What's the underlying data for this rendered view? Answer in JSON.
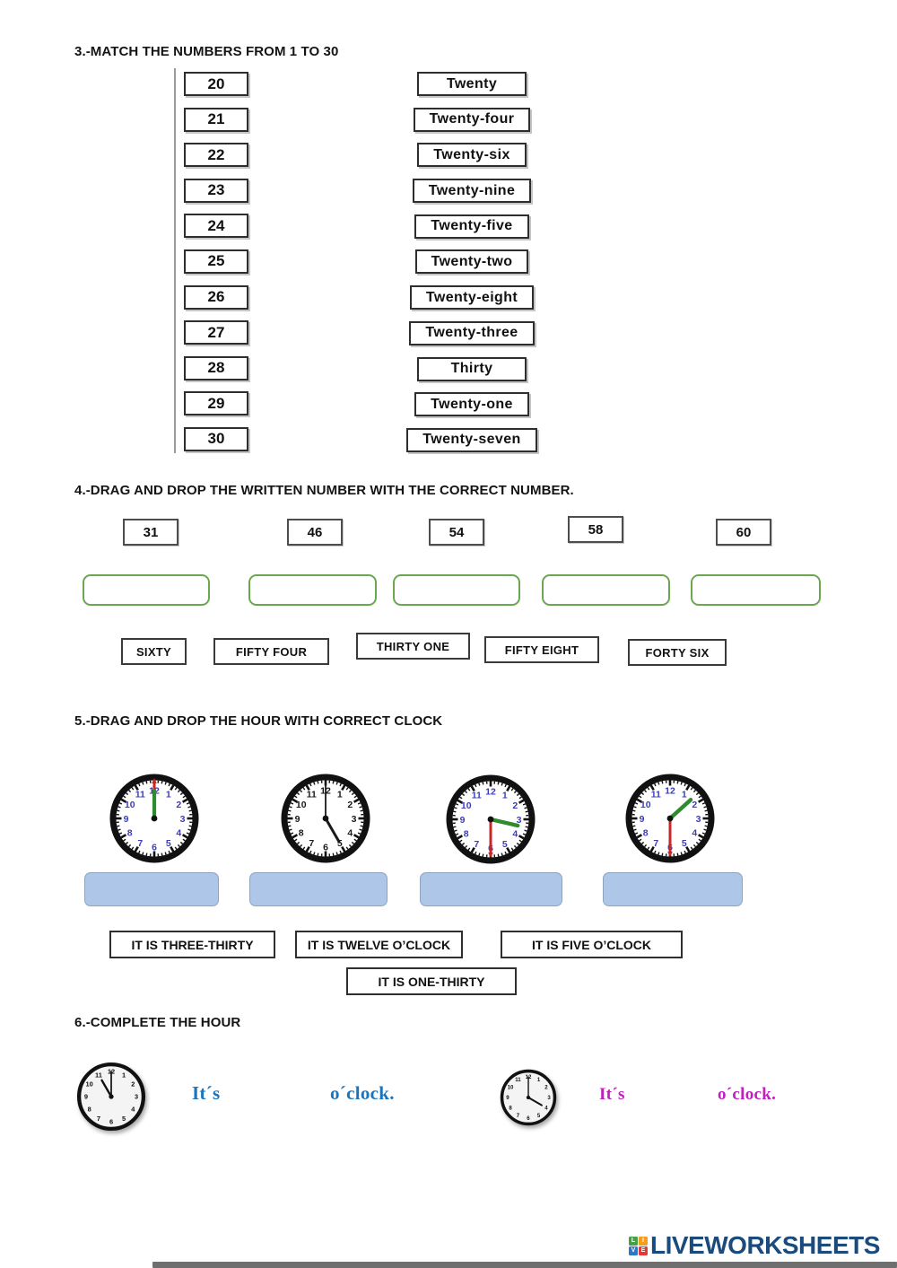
{
  "section3": {
    "title": "3.-MATCH THE NUMBERS FROM 1 TO 30",
    "numbers": [
      "20",
      "21",
      "22",
      "23",
      "24",
      "25",
      "26",
      "27",
      "28",
      "29",
      "30"
    ],
    "words": [
      "Twenty",
      "Twenty-four",
      "Twenty-six",
      "Twenty-nine",
      "Twenty-five",
      "Twenty-two",
      "Twenty-eight",
      "Twenty-three",
      "Thirty",
      "Twenty-one",
      "Twenty-seven"
    ]
  },
  "section4": {
    "title": "4.-DRAG AND DROP THE WRITTEN NUMBER WITH THE CORRECT NUMBER.",
    "numbers": [
      "31",
      "46",
      "54",
      "58",
      "60"
    ],
    "dropzone_count": 5,
    "dropzone_border_color": "#6aa84f",
    "word_tiles": [
      "SIXTY",
      "FIFTY FOUR",
      "THIRTY ONE",
      "FIFTY EIGHT",
      "FORTY SIX"
    ]
  },
  "section5": {
    "title": "5.-DRAG AND DROP THE HOUR WITH CORRECT CLOCK",
    "dropzone_fill": "#aec6e8",
    "clocks": [
      {
        "time": "12:00",
        "ticks": true,
        "number_color": "#3d3db8",
        "hands": [
          {
            "angle": 0,
            "len": 40,
            "width": 3,
            "color": "#c62828",
            "arrow": true
          },
          {
            "angle": 0,
            "len": 31,
            "width": 4.2,
            "color": "#2e8b2e"
          }
        ]
      },
      {
        "time": "5:00",
        "ticks": true,
        "number_color": "#1a1a1a",
        "hands": [
          {
            "angle": 150,
            "len": 30,
            "width": 3,
            "color": "#1a1a1a"
          },
          {
            "angle": 0,
            "len": 38,
            "width": 1.8,
            "color": "#1a1a1a"
          }
        ]
      },
      {
        "time": "3:30",
        "ticks": true,
        "number_color": "#3d3db8",
        "hands": [
          {
            "angle": 180,
            "len": 38,
            "width": 3,
            "color": "#c62828",
            "arrow": true
          },
          {
            "angle": 103,
            "len": 31,
            "width": 4.4,
            "color": "#2e8b2e"
          }
        ]
      },
      {
        "time": "1:30",
        "ticks": true,
        "number_color": "#3d3db8",
        "hands": [
          {
            "angle": 180,
            "len": 38,
            "width": 3,
            "color": "#c62828",
            "arrow": true
          },
          {
            "angle": 48,
            "len": 31,
            "width": 4.4,
            "color": "#2e8b2e"
          }
        ]
      }
    ],
    "labels": [
      "IT IS THREE-THIRTY",
      "IT IS TWELVE O’CLOCK",
      "IT IS FIVE O’CLOCK",
      "IT IS ONE-THIRTY"
    ]
  },
  "section6": {
    "title": "6.-COMPLETE THE HOUR",
    "items": [
      {
        "time": "11:00",
        "its_label": "It´s",
        "oclock_label": "o´clock.",
        "text_color": "#1b75bc",
        "clock": {
          "ticks": false,
          "rim_width": 5.5,
          "face": "#f4f4f4",
          "number_color": "#111111",
          "number_radius": 36,
          "number_size": 9.5,
          "hands": [
            {
              "angle": 330,
              "len": 27,
              "width": 3,
              "color": "#111111"
            },
            {
              "angle": 0,
              "len": 36,
              "width": 2.2,
              "color": "#111111"
            }
          ]
        }
      },
      {
        "time": "4:00",
        "its_label": "It´s",
        "oclock_label": "o´clock.",
        "text_color": "#bf1fbf",
        "clock": {
          "ticks": false,
          "rim_width": 5.5,
          "face": "#f4f4f4",
          "number_color": "#111111",
          "number_radius": 36,
          "number_size": 9.5,
          "hands": [
            {
              "angle": 120,
              "len": 27,
              "width": 3,
              "color": "#111111"
            },
            {
              "angle": 0,
              "len": 36,
              "width": 2.2,
              "color": "#111111"
            }
          ]
        }
      }
    ]
  },
  "footer": {
    "logo_text": "LIVEWORKSHEETS",
    "logo_letters": [
      "L",
      "I",
      "V",
      "E"
    ],
    "logo_letter_colors": [
      "#43a047",
      "#f59e1d",
      "#2b78c9",
      "#e53935"
    ],
    "logo_text_color": "#1a4b7c"
  }
}
